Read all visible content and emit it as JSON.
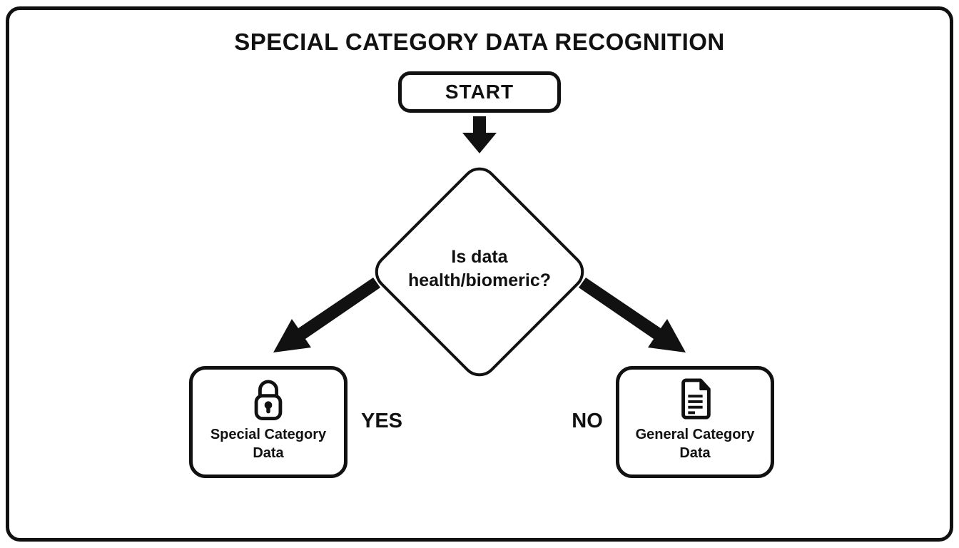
{
  "title": "SPECIAL CATEGORY DATA RECOGNITION",
  "colors": {
    "ink": "#111111",
    "background": "#ffffff"
  },
  "flowchart": {
    "start": {
      "label": "START"
    },
    "decision": {
      "line1": "Is data",
      "line2": "health/biomeric?"
    },
    "branches": {
      "yes": "YES",
      "no": "NO"
    },
    "outcomes": {
      "special": {
        "icon": "lock-icon",
        "line1": "Special Category",
        "line2": "Data"
      },
      "general": {
        "icon": "document-icon",
        "line1": "General Category",
        "line2": "Data"
      }
    }
  }
}
